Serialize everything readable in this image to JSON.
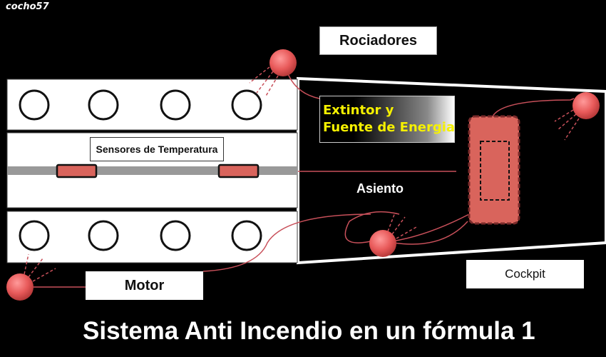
{
  "watermark": "cocho57",
  "title": "Sistema Anti Incendio en un fórmula 1",
  "labels": {
    "rociadores": "Rociadores",
    "extintor_line1": "Extintor y",
    "extintor_line2": "Fuente de Energia",
    "sensores": "Sensores de Temperatura",
    "asiento": "Asiento",
    "motor": "Motor",
    "cockpit": "Cockpit"
  },
  "colors": {
    "background": "#000000",
    "component_red": "#d9645c",
    "sprinkler_red": "#e85a5a",
    "wire": "#c8505a",
    "label_text_yellow": "#f5f000"
  },
  "icons": {
    "sprinkler": "sprinkler-nozzle-icon",
    "cylinder": "engine-cylinder-icon"
  }
}
